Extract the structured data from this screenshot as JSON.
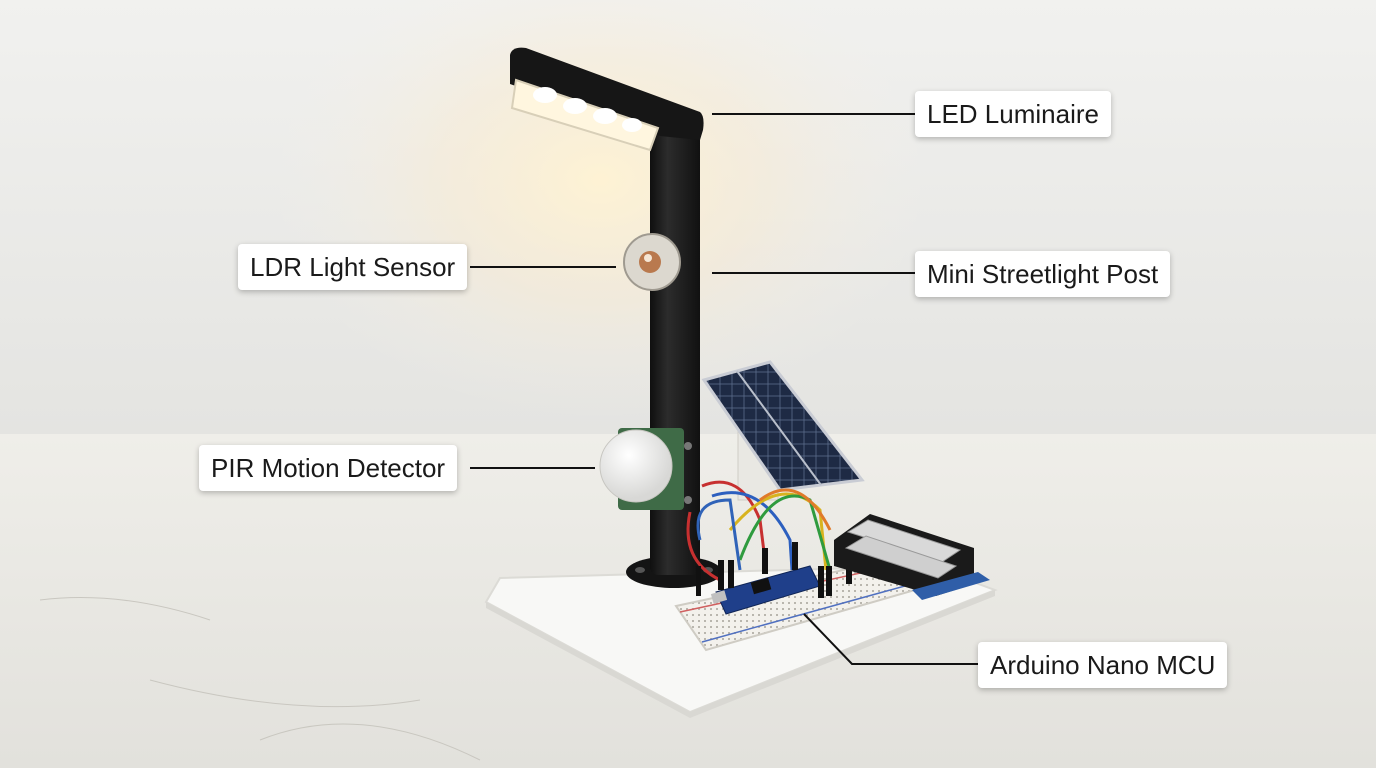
{
  "labels": {
    "led_luminaire": "LED Luminaire",
    "mini_streetlight_post": "Mini Streetlight Post",
    "ldr_light_sensor": "LDR Light Sensor",
    "pir_motion_detector": "PIR Motion Detector",
    "arduino_nano_mcu": "Arduino Nano MCU"
  },
  "colors": {
    "background_wall": "#eeeeec",
    "table_surface": "#ecebe6",
    "post": "#1b1b1b",
    "solar_panel": "#1e2a44",
    "led_glow": "#fff1c9",
    "callout_line": "#111111",
    "label_box": "#ffffff"
  }
}
